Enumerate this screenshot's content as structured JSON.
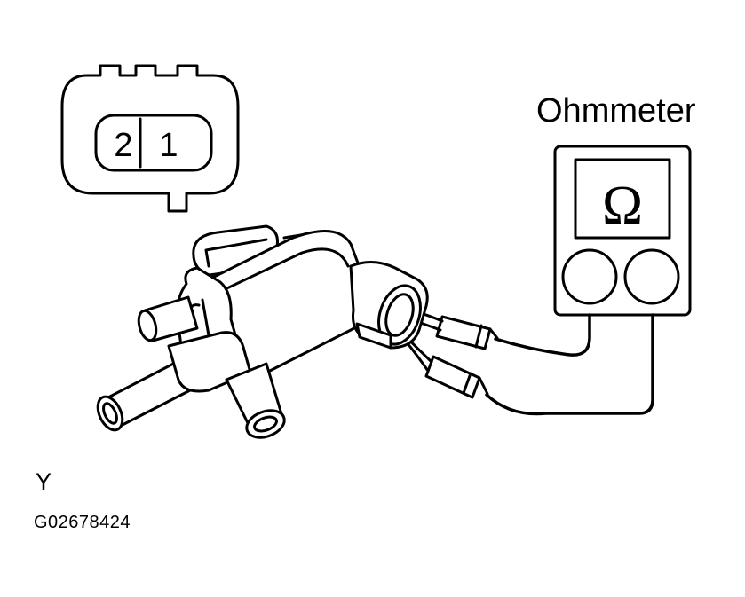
{
  "connector": {
    "pin_left": "2",
    "pin_right": "1"
  },
  "meter": {
    "label": "Ohmmeter",
    "symbol": "Ω"
  },
  "figure": {
    "letter": "Y",
    "code": "G02678424"
  },
  "colors": {
    "ink": "#000000",
    "paper": "#ffffff"
  }
}
